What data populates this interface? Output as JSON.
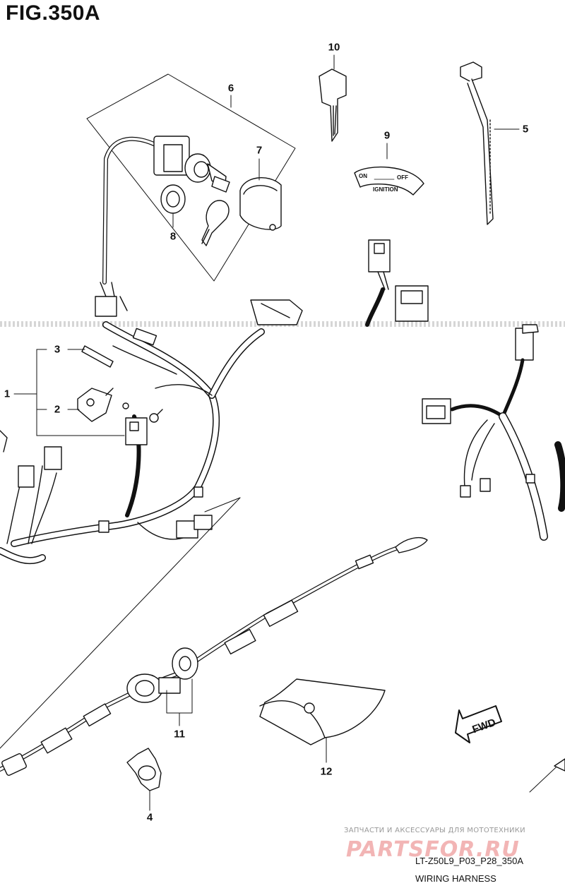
{
  "figure": {
    "title": "FIG.350A"
  },
  "callouts": [
    {
      "id": "1",
      "label": "1"
    },
    {
      "id": "2",
      "label": "2"
    },
    {
      "id": "3",
      "label": "3"
    },
    {
      "id": "4",
      "label": "4"
    },
    {
      "id": "5",
      "label": "5"
    },
    {
      "id": "6",
      "label": "6"
    },
    {
      "id": "7",
      "label": "7"
    },
    {
      "id": "8",
      "label": "8"
    },
    {
      "id": "9",
      "label": "9"
    },
    {
      "id": "10",
      "label": "10"
    },
    {
      "id": "11",
      "label": "11"
    },
    {
      "id": "12",
      "label": "12"
    }
  ],
  "ignition_label": {
    "on": "ON",
    "off": "OFF",
    "ignition": "IGNITION"
  },
  "fwd_arrow": {
    "text": "FWD"
  },
  "watermark": {
    "tagline": "ЗАПЧАСТИ И АКСЕССУАРЫ ДЛЯ МОТОТЕХНИКИ",
    "logo": "PARTSFOR.RU"
  },
  "footer": {
    "code": "LT-Z50L9_P03_P28_350A",
    "caption": "WIRING HARNESS"
  }
}
